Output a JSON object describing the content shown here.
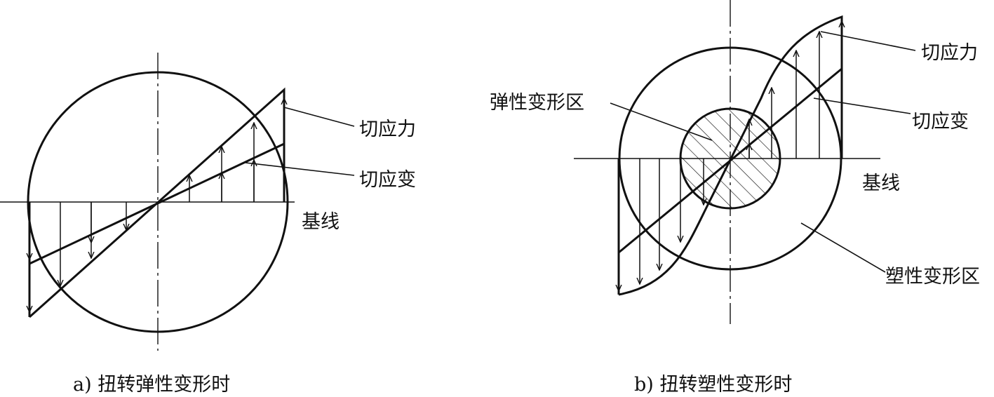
{
  "panel_a": {
    "caption": "a) 扭转弹性变形时",
    "labels": {
      "shear_stress": "切应力",
      "shear_strain": "切应变",
      "baseline": "基线"
    }
  },
  "panel_b": {
    "caption": "b) 扭转塑性变形时",
    "labels": {
      "shear_stress": "切应力",
      "shear_strain": "切应变",
      "baseline": "基线",
      "elastic_zone": "弹性变形区",
      "plastic_zone": "塑性变形区"
    }
  }
}
